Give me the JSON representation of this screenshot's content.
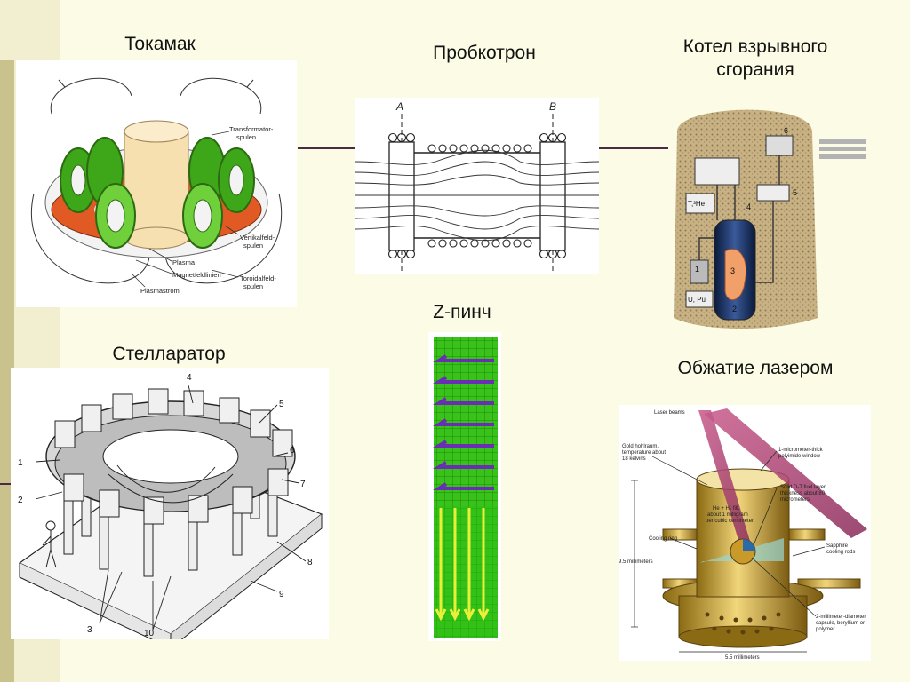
{
  "titles": {
    "tokamak": "Токамак",
    "probkotron": "Пробкотрон",
    "boiler_line1": "Котел взрывного",
    "boiler_line2": "сгорания",
    "stellarator": "Стелларатор",
    "zpinch": "Z-пинч",
    "laser": "Обжатие лазером"
  },
  "tokamak_labels": {
    "transformer": "Transformator-",
    "transformer2": "spulen",
    "vertical": "Vertikalfeld-",
    "vertical2": "spulen",
    "toroidal": "Toroidalfeld-",
    "toroidal2": "spulen",
    "plasma": "Plasma",
    "magnet": "Magnetfeldlinien",
    "plasmastrom": "Plasmastrom"
  },
  "probkotron_labels": {
    "a": "A",
    "b": "B"
  },
  "boiler_labels": {
    "n1": "1",
    "n2": "2",
    "n3": "3",
    "n4": "4",
    "n5": "5",
    "n6": "6",
    "he": "T,³He",
    "upu": "U, Pu"
  },
  "stellarator_numbers": {
    "n1": "1",
    "n2": "2",
    "n3": "3",
    "n4": "4",
    "n5": "5",
    "n6": "6",
    "n7": "7",
    "n8": "8",
    "n9": "9",
    "n10": "10"
  },
  "laser_labels": {
    "beams": "Laser beams",
    "hohlraum": "Gold hohlraum,",
    "hohlraum2": "temperature about",
    "hohlraum3": "18 kelvins",
    "window": "1-micrometer-thick",
    "window2": "polyimide window",
    "fuel": "Solid D-T fuel layer,",
    "fuel2": "thickness about 80",
    "fuel3": "micrometers",
    "fill": "He + H₂ fill,",
    "fill2": "about 1 milligram",
    "fill3": "per cubic centimeter",
    "ring": "Cooling ring",
    "rods": "Sapphire",
    "rods2": "cooling rods",
    "height": "9.5 millimeters",
    "capsule": "2-millimeter-diameter",
    "capsule2": "capsule, beryllium or",
    "capsule3": "polymer",
    "width": "5.5 millimeters"
  }
}
